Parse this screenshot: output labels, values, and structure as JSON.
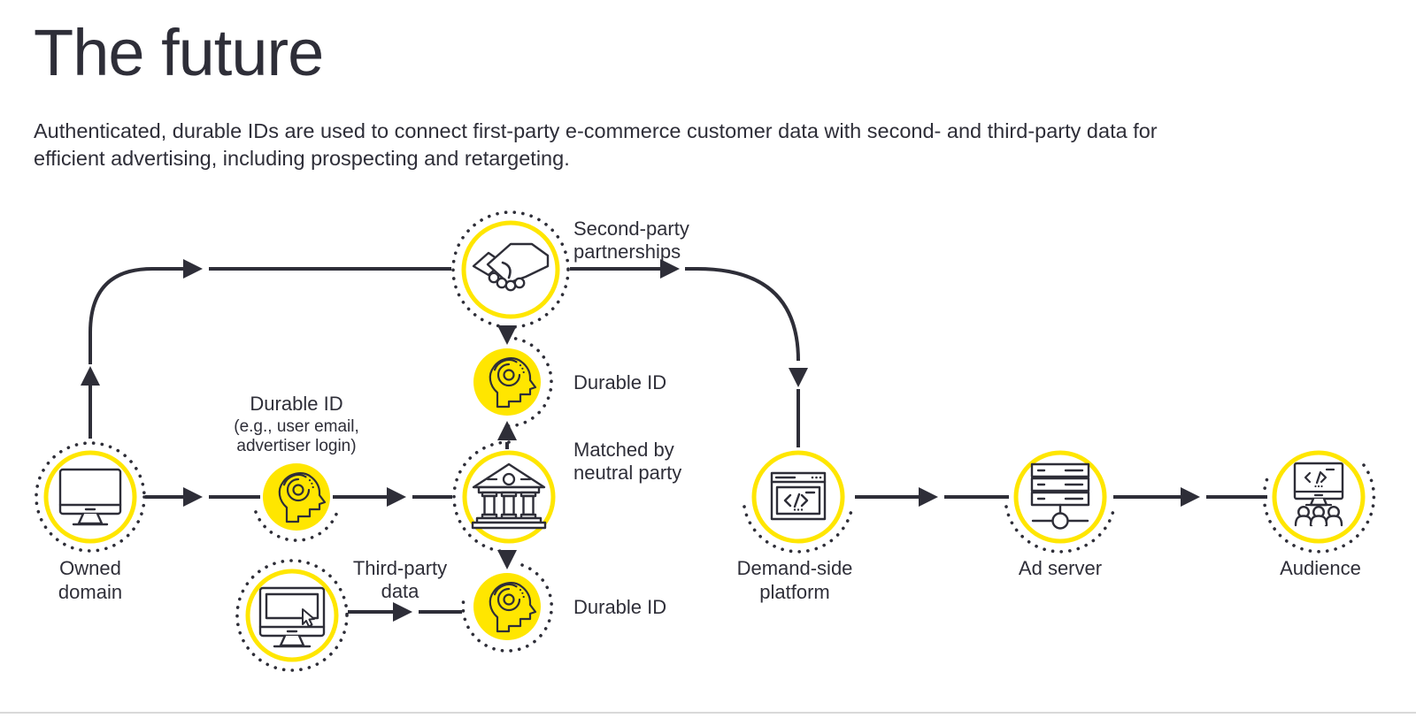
{
  "page": {
    "title": "The future",
    "subtitle_line1": "Authenticated, durable IDs are used to connect first-party e-commerce customer data with second- and third-party data for",
    "subtitle_line2": "efficient advertising, including prospecting and retargeting."
  },
  "colors": {
    "accent_yellow": "#ffe600",
    "ink": "#2e2e38",
    "background": "#ffffff",
    "divider": "#d9d9d9"
  },
  "diagram": {
    "nodes": [
      {
        "id": "owned-domain",
        "icon": "desktop-monitor-icon",
        "label": [
          "Owned",
          "domain"
        ]
      },
      {
        "id": "durable-id-1",
        "icon": "head-profile-id-icon",
        "label": [
          "Durable ID",
          "(e.g., user email,",
          "advertiser login)"
        ]
      },
      {
        "id": "second-party-partnerships",
        "icon": "handshake-icon",
        "label": [
          "Second-party",
          "partnerships"
        ]
      },
      {
        "id": "durable-id-2",
        "icon": "head-profile-id-icon",
        "label": [
          "Durable ID"
        ]
      },
      {
        "id": "neutral-party",
        "icon": "bank-icon",
        "label": [
          "Matched by",
          "neutral party"
        ]
      },
      {
        "id": "third-party-data",
        "icon": "monitor-cursor-icon",
        "label": [
          "Third-party",
          "data"
        ]
      },
      {
        "id": "durable-id-3",
        "icon": "head-profile-id-icon",
        "label": [
          "Durable ID"
        ]
      },
      {
        "id": "demand-side-platform",
        "icon": "browser-code-icon",
        "label": [
          "Demand-side",
          "platform"
        ]
      },
      {
        "id": "ad-server",
        "icon": "server-icon",
        "label": [
          "Ad server"
        ]
      },
      {
        "id": "audience",
        "icon": "monitor-audience-icon",
        "label": [
          "Audience"
        ]
      }
    ],
    "connections": [
      {
        "from": "owned-domain",
        "to": "second-party-partnerships"
      },
      {
        "from": "second-party-partnerships",
        "to": "demand-side-platform"
      },
      {
        "from": "owned-domain",
        "to": "durable-id-1"
      },
      {
        "from": "durable-id-1",
        "to": "neutral-party"
      },
      {
        "from": "second-party-partnerships",
        "to": "durable-id-2"
      },
      {
        "from": "neutral-party",
        "to": "durable-id-2"
      },
      {
        "from": "neutral-party",
        "to": "durable-id-3"
      },
      {
        "from": "third-party-data",
        "to": "durable-id-3"
      },
      {
        "from": "neutral-party",
        "to": "demand-side-platform"
      },
      {
        "from": "demand-side-platform",
        "to": "ad-server"
      },
      {
        "from": "ad-server",
        "to": "audience"
      }
    ]
  }
}
